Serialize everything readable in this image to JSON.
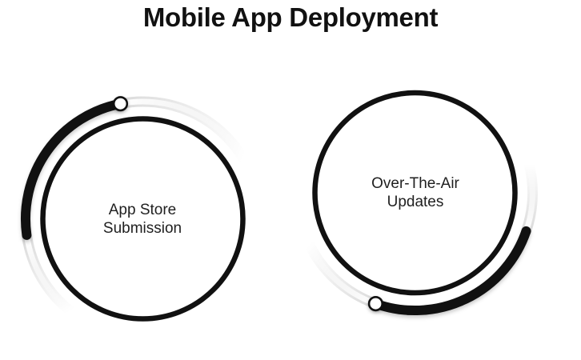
{
  "title": "Mobile App Deployment",
  "colors": {
    "ink": "#111111",
    "track": "#dcdcdc",
    "text_primary": "#1f1f1f",
    "background": "#ffffff"
  },
  "nodes": [
    {
      "id": "app-store-submission",
      "label": "App Store\nSubmission"
    },
    {
      "id": "over-the-air-updates",
      "label": "Over-The-Air\nUpdates"
    }
  ]
}
